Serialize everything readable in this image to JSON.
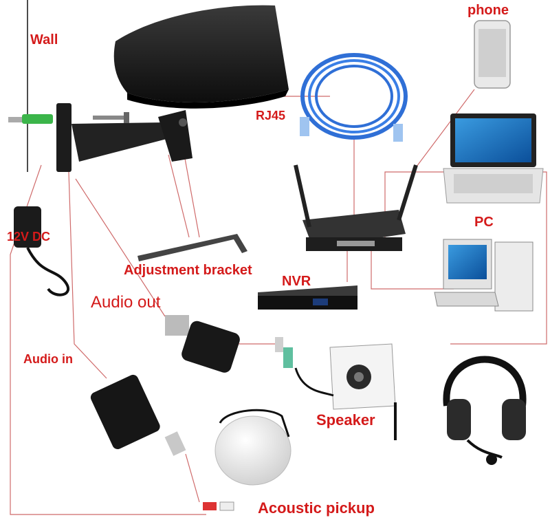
{
  "labels": {
    "wall": "Wall",
    "power": "12V DC",
    "rj45": "RJ45",
    "phone": "phone",
    "pc": "PC",
    "nvr": "NVR",
    "bracket": "Adjustment bracket",
    "audio_out": "Audio out",
    "audio_in": "Audio in",
    "speaker": "Speaker",
    "pickup": "Acoustic pickup"
  },
  "colors": {
    "label": "#d41a1a",
    "wire": "#cf6a6a",
    "cable": "#2f6fd6",
    "device": "#1f1f1f"
  }
}
